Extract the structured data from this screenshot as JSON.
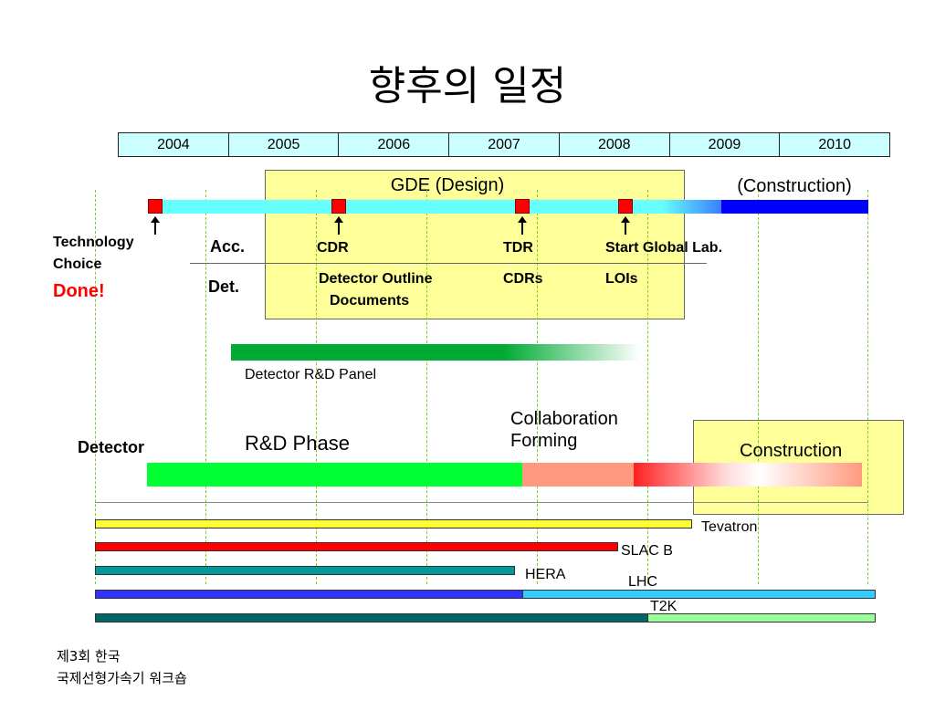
{
  "title": "향후의 일정",
  "years": [
    "2004",
    "2005",
    "2006",
    "2007",
    "2008",
    "2009",
    "2010"
  ],
  "gde_label": "GDE (Design)",
  "construction_label_top": "(Construction)",
  "tech_choice": {
    "line1": "Technology",
    "line2": "Choice",
    "done": "Done!"
  },
  "acc": {
    "label": "Acc.",
    "cdr": "CDR",
    "tdr": "TDR",
    "start": "Start Global Lab."
  },
  "det": {
    "label": "Det.",
    "outline1": "Detector Outline",
    "outline2": "Documents",
    "cdrs": "CDRs",
    "lois": "LOIs"
  },
  "rd_panel": "Detector R&D Panel",
  "collab": {
    "line1": "Collaboration",
    "line2": "Forming"
  },
  "detector_label": "Detector",
  "rd_phase": "R&D Phase",
  "construction_label": "Construction",
  "accelerators": {
    "tevatron": "Tevatron",
    "slacb": "SLAC B",
    "hera": "HERA",
    "lhc": "LHC",
    "t2k": "T2K"
  },
  "footer": {
    "line1": "제3회 한국",
    "line2": "국제선형가속기 워크숍"
  },
  "colors": {
    "year_bg": "#ccffff",
    "gde_box": "#ffff99",
    "ilc_bar": "#66ffff",
    "construction_bar": "#0000ff",
    "milestone": "#ff0000",
    "rd_panel_bar": "#00aa33",
    "rd_phase_bar": "#00ff33",
    "collab_bar": "#ff9980",
    "tevatron": "#ffff33",
    "slacb": "#ff0000",
    "hera": "#009999",
    "lhc_run": "#3333ff",
    "lhc_future": "#33ccff",
    "t2k_run": "#006666",
    "t2k_future": "#99ff99",
    "done_text": "#ff0000"
  }
}
